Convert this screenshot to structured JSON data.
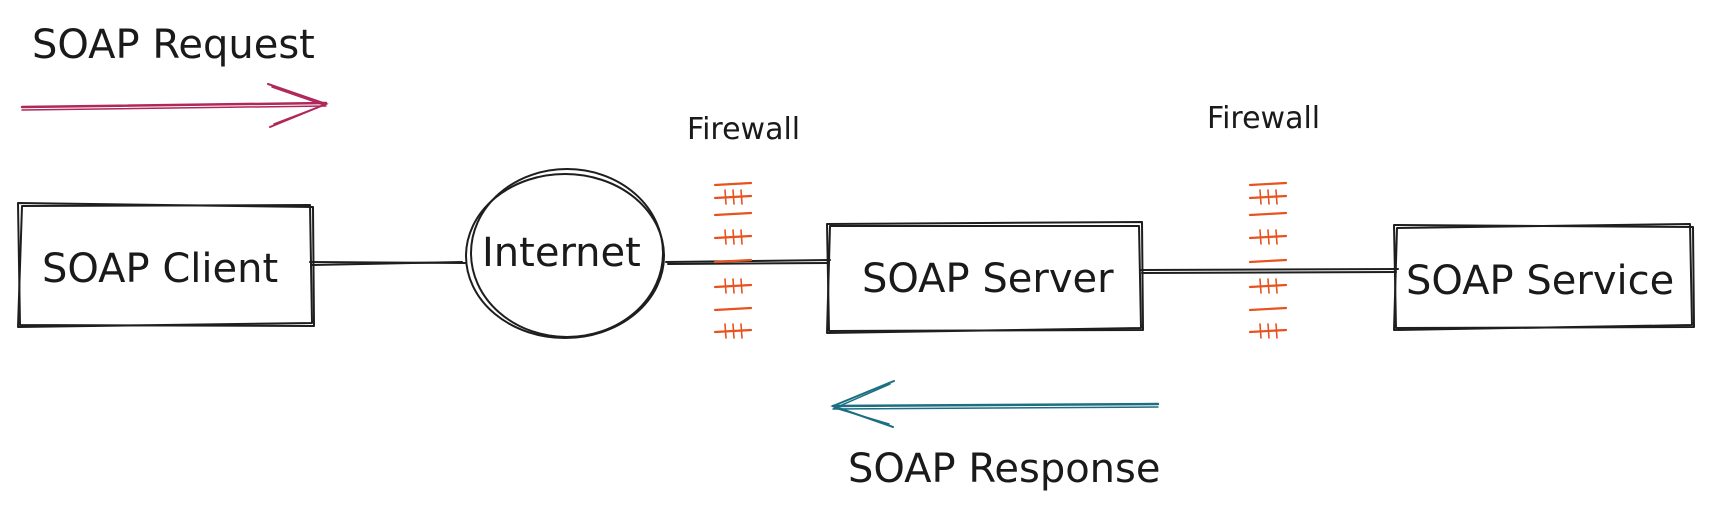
{
  "labels": {
    "request": "SOAP Request",
    "response": "SOAP Response",
    "client": "SOAP Client",
    "internet": "Internet",
    "server": "SOAP Server",
    "service": "SOAP Service",
    "firewall_left": "Firewall",
    "firewall_right": "Firewall"
  },
  "colors": {
    "request_arrow": "#b0285a",
    "response_arrow": "#1c6f83",
    "firewall": "#e8521e",
    "ink": "#1e1e1e"
  }
}
